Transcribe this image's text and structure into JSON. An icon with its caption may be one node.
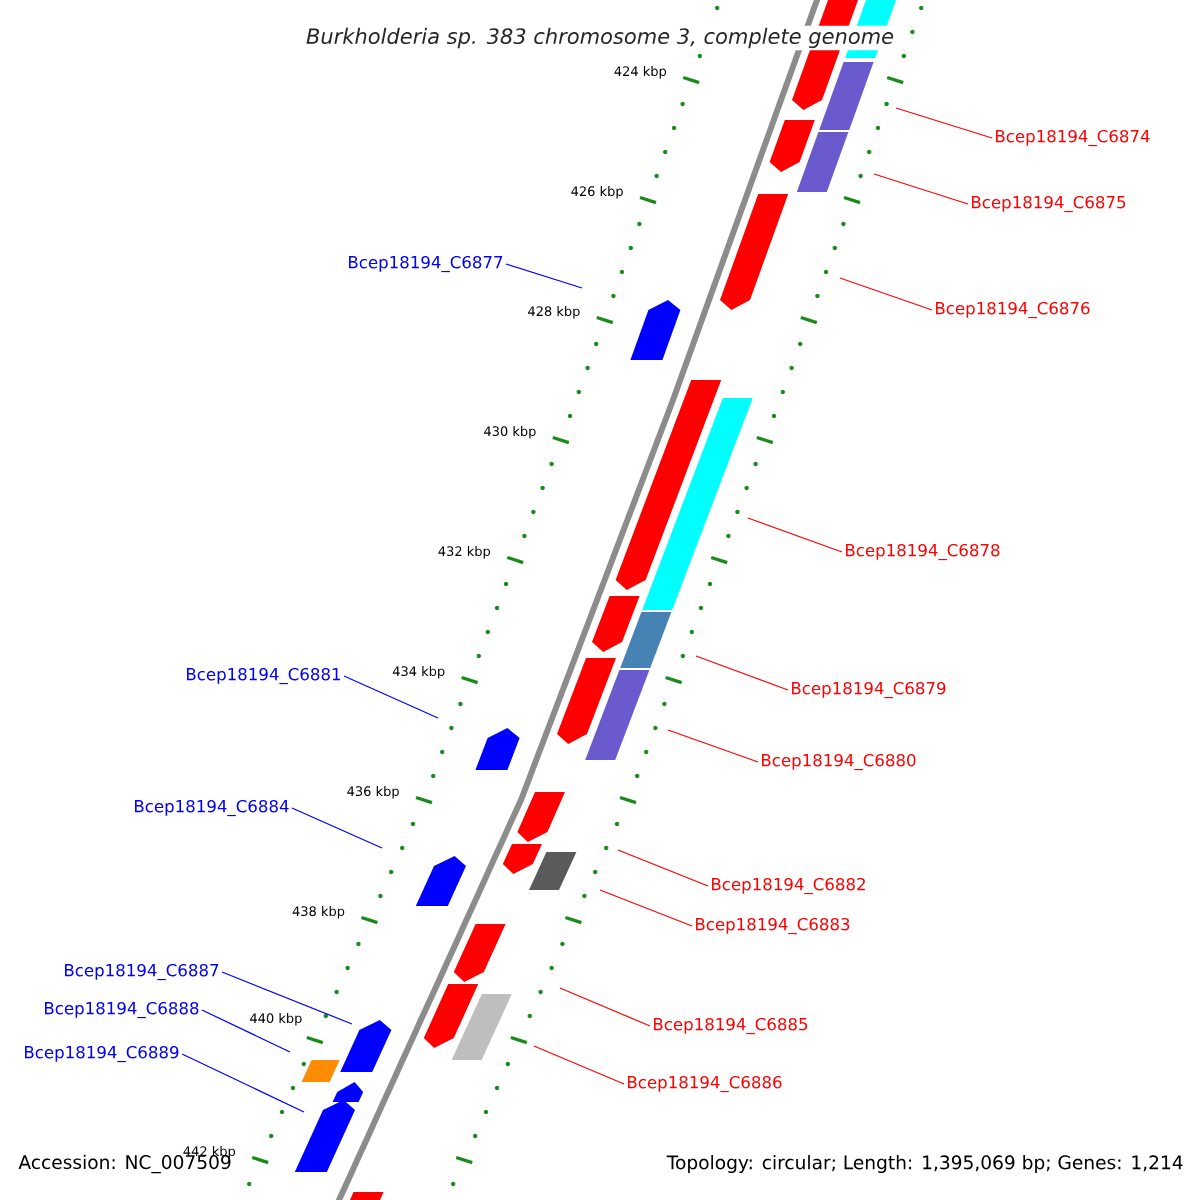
{
  "diagram": {
    "title": "Burkholderia sp. 383 chromosome 3, complete genome",
    "nodes": [
      {
        "text": [
          "Bcep18194_C6874"
        ]
      },
      {
        "text": [
          "Bcep18194_C6875"
        ]
      },
      {
        "text": [
          "Bcep18194_C6876"
        ]
      },
      {
        "text": [
          "Bcep18194_C6877"
        ]
      },
      {
        "text": [
          "Bcep18194_C6878"
        ]
      },
      {
        "text": [
          "Bcep18194_C6879"
        ]
      },
      {
        "text": [
          "Bcep18194_C6880"
        ]
      },
      {
        "text": [
          "Bcep18194_C6881"
        ]
      },
      {
        "text": [
          "Bcep18194_C6884"
        ]
      },
      {
        "text": [
          "Bcep18194_C6882"
        ]
      },
      {
        "text": [
          "Bcep18194_C6883"
        ]
      },
      {
        "text": [
          "Bcep18194_C6887"
        ]
      },
      {
        "text": [
          "Bcep18194_C6888"
        ]
      },
      {
        "text": [
          "Bcep18194_C6885"
        ]
      },
      {
        "text": [
          "Bcep18194_C6889"
        ]
      },
      {
        "text": [
          "Bcep18194_C6886"
        ]
      }
    ],
    "edges": [
      {
        "from": 0,
        "to": null,
        "arrow": "none",
        "color": "#ff0000"
      },
      {
        "from": 1,
        "to": null,
        "arrow": "none",
        "color": "#ff0000"
      },
      {
        "from": 2,
        "to": null,
        "arrow": "none",
        "color": "#ff0000"
      },
      {
        "from": 3,
        "to": null,
        "arrow": "none",
        "color": "#0000ff"
      },
      {
        "from": 4,
        "to": null,
        "arrow": "none",
        "color": "#ff0000"
      },
      {
        "from": 5,
        "to": null,
        "arrow": "none",
        "color": "#ff0000"
      },
      {
        "from": 6,
        "to": null,
        "arrow": "none",
        "color": "#ff0000"
      },
      {
        "from": 7,
        "to": null,
        "arrow": "none",
        "color": "#0000ff"
      },
      {
        "from": 8,
        "to": null,
        "arrow": "none",
        "color": "#0000ff"
      },
      {
        "from": 9,
        "to": null,
        "arrow": "none",
        "color": "#ff0000"
      },
      {
        "from": 10,
        "to": null,
        "arrow": "none",
        "color": "#ff0000"
      },
      {
        "from": 11,
        "to": null,
        "arrow": "none",
        "color": "#0000ff"
      },
      {
        "from": 12,
        "to": null,
        "arrow": "none",
        "color": "#0000ff"
      },
      {
        "from": 13,
        "to": null,
        "arrow": "none",
        "color": "#ff0000"
      },
      {
        "from": 14,
        "to": null,
        "arrow": "none",
        "color": "#0000ff"
      },
      {
        "from": 15,
        "to": null,
        "arrow": "none",
        "color": "#ff0000"
      }
    ],
    "labels": [
      "424 kbp",
      "426 kbp",
      "428 kbp",
      "430 kbp",
      "432 kbp",
      "434 kbp",
      "436 kbp",
      "438 kbp",
      "440 kbp",
      "442 kbp",
      "Accession: NC_007509",
      "Topology: circular; Length: 1,395,069 bp; Genes: 1,214"
    ]
  }
}
